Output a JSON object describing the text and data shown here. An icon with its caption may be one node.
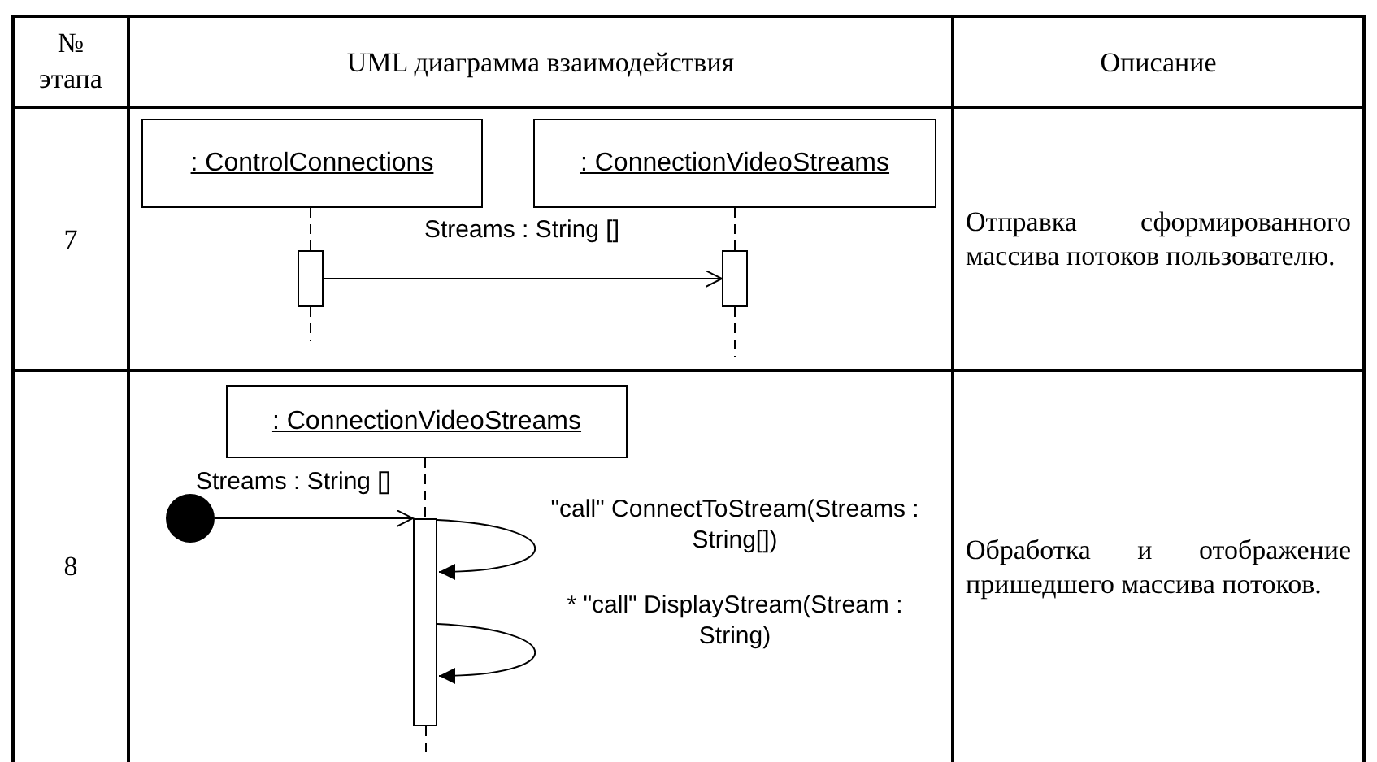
{
  "diagram": {
    "nodes": [
      {
        "text": [
          ": ControlConnections"
        ]
      },
      {
        "text": [
          ": ConnectionVideoStreams"
        ]
      },
      {
        "text": [],
        "shape": "bar"
      },
      {
        "text": [],
        "shape": "bar"
      },
      {
        "text": [
          ": ConnectionVideoStreams"
        ]
      },
      {
        "text": [],
        "shape": "circle"
      },
      {
        "text": [],
        "shape": "bar"
      }
    ],
    "edges": [
      {
        "from": 0,
        "to": 2,
        "arrow": "none",
        "style": "dashed"
      },
      {
        "from": 1,
        "to": 3,
        "arrow": "none",
        "style": "dashed"
      },
      {
        "from": 2,
        "to": 3,
        "arrow": "to",
        "label": "Streams : String []"
      },
      {
        "from": 4,
        "to": 6,
        "arrow": "none",
        "style": "dashed"
      },
      {
        "from": 5,
        "to": 6,
        "arrow": "to",
        "label": "Streams : String []"
      },
      {
        "from": 6,
        "to": 6,
        "arrow": "to",
        "label": "\"call\" ConnectToStream(Streams : String[])"
      },
      {
        "from": 6,
        "to": 6,
        "arrow": "to",
        "label": "* \"call\" DisplayStream(Stream : String)"
      }
    ],
    "labels": [
      "№ этапа",
      "UML диаграмма взаимодействия",
      "Описание",
      "7",
      "Отправка сформированного массива потоков пользователю.",
      "8",
      "Обработка и отображение пришедшего массива потоков."
    ]
  }
}
